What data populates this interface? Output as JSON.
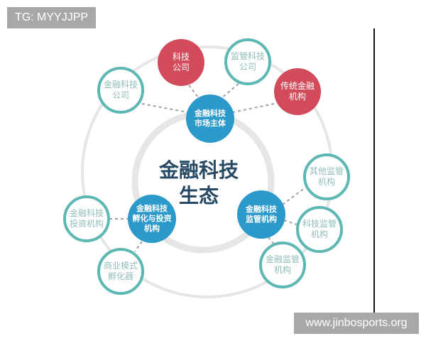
{
  "watermarks": {
    "top_left": "TG: MYYJJPP",
    "bottom_right": "www.jinbosports.org"
  },
  "colors": {
    "teal_ring": "#5db8b4",
    "teal_text": "#8fbdba",
    "red_node": "#d24b5b",
    "blue_node": "#2b9acb",
    "title_text": "#264a63",
    "ring_gray": "#e6e6e6"
  },
  "diagram": {
    "title": {
      "line1": "金融科技",
      "line2": "生态"
    },
    "hubs": [
      {
        "id": "market",
        "line1": "金融科技",
        "line2": "市场主体",
        "line3": ""
      },
      {
        "id": "regulator",
        "line1": "金融科技",
        "line2": "监管机构",
        "line3": ""
      },
      {
        "id": "incubator",
        "line1": "金融科技",
        "line2": "孵化与投资",
        "line3": "机构"
      }
    ],
    "nodes": [
      {
        "id": "fintech-company",
        "line1": "金融科技",
        "line2": "公司",
        "style": "teal",
        "hub": "market"
      },
      {
        "id": "tech-company",
        "line1": "科技",
        "line2": "公司",
        "style": "red",
        "hub": "market"
      },
      {
        "id": "regtech-company",
        "line1": "监管科技",
        "line2": "公司",
        "style": "teal",
        "hub": "market"
      },
      {
        "id": "traditional-finance",
        "line1": "传统金融",
        "line2": "机构",
        "style": "red",
        "hub": "market"
      },
      {
        "id": "other-regulators",
        "line1": "其他监管",
        "line2": "机构",
        "style": "teal",
        "hub": "regulator"
      },
      {
        "id": "tech-regulators",
        "line1": "科技监管",
        "line2": "机构",
        "style": "teal",
        "hub": "regulator"
      },
      {
        "id": "finance-regulators",
        "line1": "金融监管",
        "line2": "机构",
        "style": "teal",
        "hub": "regulator"
      },
      {
        "id": "fintech-investors",
        "line1": "金融科技",
        "line2": "投资机构",
        "style": "teal",
        "hub": "incubator"
      },
      {
        "id": "business-incubator",
        "line1": "商业模式",
        "line2": "孵化器",
        "style": "teal",
        "hub": "incubator"
      }
    ]
  }
}
